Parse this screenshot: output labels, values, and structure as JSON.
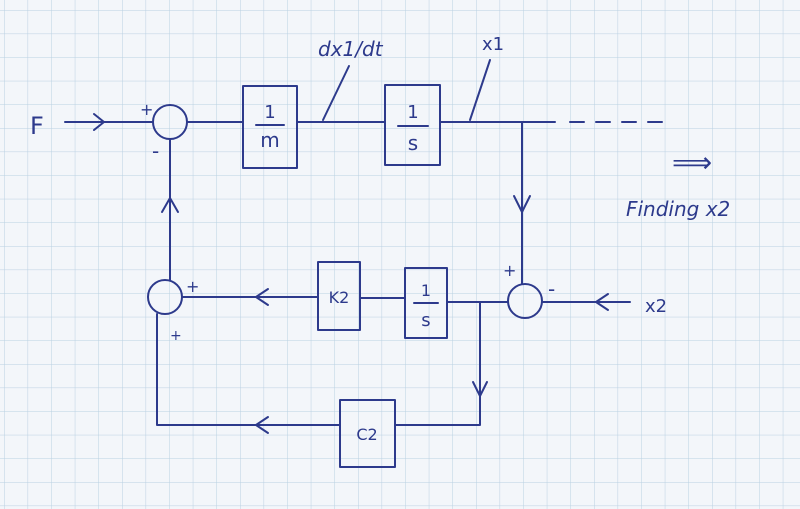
{
  "diagram": {
    "input_label": "F",
    "derivative_label": "dx1/dt",
    "output_label": "x1",
    "second_input_label": "x2",
    "note": "Finding x2",
    "note_arrow": "⟹",
    "blocks": {
      "mass": {
        "num": "1",
        "den": "m"
      },
      "integrator_top": {
        "num": "1",
        "den": "s"
      },
      "integrator_bottom": {
        "num": "1",
        "den": "s"
      },
      "spring": "K2",
      "damper": "C2"
    },
    "signs": {
      "sum1_plus": "+",
      "sum1_minus": "-",
      "sum2_plus": "+",
      "sum2_minus": "-",
      "sum3_plus_right": "+",
      "sum3_plus_bottom": "+"
    },
    "colors": {
      "ink": "#2d3a8c",
      "paper": "#f3f6fa",
      "grid": "#b9d0e2"
    }
  }
}
